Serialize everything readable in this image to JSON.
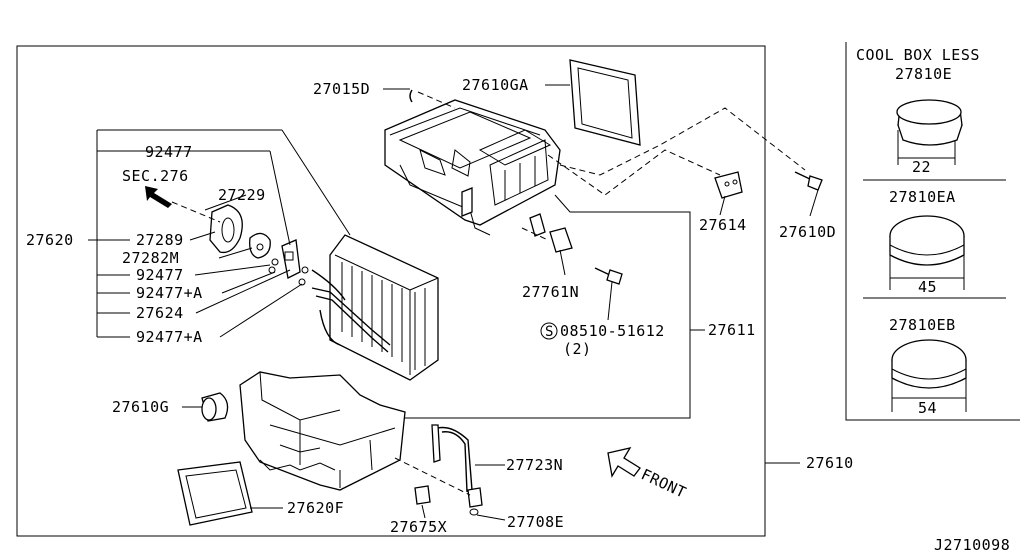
{
  "diagram_id": "J2710098",
  "front_label": "FRONT",
  "sidebox": {
    "title": "COOL BOX LESS",
    "items": [
      {
        "part": "27810E",
        "size": "22"
      },
      {
        "part": "27810EA",
        "size": "45"
      },
      {
        "part": "27810EB",
        "size": "54"
      }
    ]
  },
  "labels": {
    "p27015D": "27015D",
    "p27610GA": "27610GA",
    "p92477_top": "92477",
    "sec276": "SEC.276",
    "p27229": "27229",
    "p27620": "27620",
    "p27289": "27289",
    "p27282M": "27282M",
    "p92477_b": "92477",
    "p92477A_1": "92477+A",
    "p27624": "27624",
    "p92477A_2": "92477+A",
    "p27614": "27614",
    "p27610D": "27610D",
    "p27761N": "27761N",
    "bolt_s": "S",
    "bolt_num": "08510-51612",
    "bolt_qty": "(2)",
    "p27611": "27611",
    "p27610G": "27610G",
    "p27723N": "27723N",
    "p27610": "27610",
    "p27620F": "27620F",
    "p27675X": "27675X",
    "p27708E": "27708E"
  }
}
